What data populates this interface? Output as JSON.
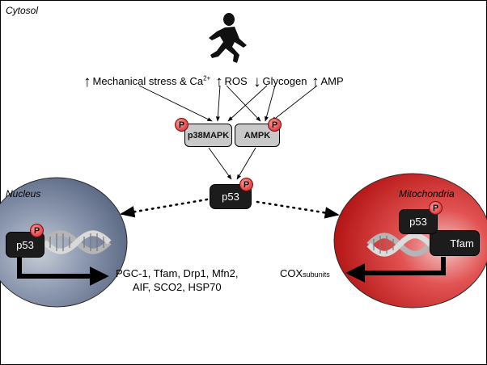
{
  "compartments": {
    "cytosol": "Cytosol",
    "nucleus": "Nucleus",
    "mitochondria": "Mitochondria"
  },
  "stimuli": [
    {
      "direction": "up",
      "arrow": "↑",
      "text": "Mechanical stress & Ca",
      "sup": "2+"
    },
    {
      "direction": "up",
      "arrow": "↑",
      "text": "ROS",
      "sup": ""
    },
    {
      "direction": "down",
      "arrow": "↓",
      "text": "Glycogen",
      "sup": ""
    },
    {
      "direction": "up",
      "arrow": "↑",
      "text": "AMP",
      "sup": ""
    }
  ],
  "kinases": {
    "p38": "p38MAPK",
    "ampk": "AMPK"
  },
  "phospho_label": "P",
  "p53_cyto": "p53",
  "p53_nucleus": "p53",
  "p53_mito": "p53",
  "tfam_mito": "Tfam",
  "nuclear_targets": {
    "line1": "PGC-1, Tfam, Drp1, Mfn2,",
    "line2": "AIF, SCO2, HSP70"
  },
  "mito_target": {
    "main": "COX",
    "sub": "subunits"
  },
  "icons": {
    "runner": "runner-icon",
    "dna": "dna-helix-icon",
    "phospho": "phosphate-badge-icon"
  },
  "colors": {
    "nucleus_fill": "#7b8aa6",
    "mito_fill": "#cc1f1f",
    "kinase_fill": "#c9c9c9",
    "p53_fill": "#1c1c1c",
    "phospho": "#e04040"
  }
}
